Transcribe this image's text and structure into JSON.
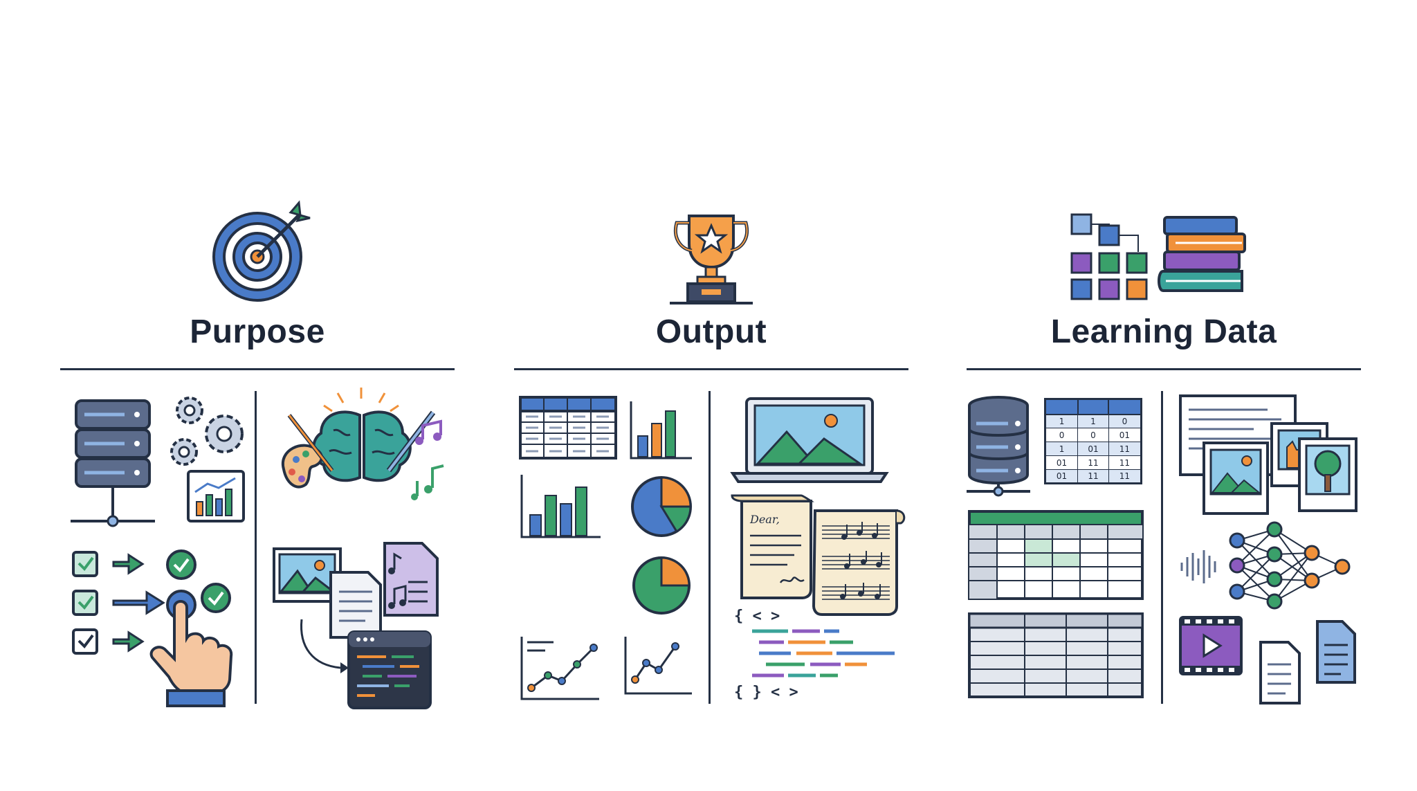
{
  "columns": [
    {
      "title": "Purpose",
      "icon": "target-icon"
    },
    {
      "title": "Output",
      "icon": "trophy-icon"
    },
    {
      "title": "Learning Data",
      "icon": "data-blocks-books-icon"
    }
  ],
  "output": {
    "letter_text": "Dear,",
    "code_top": "{ < >",
    "code_bottom": "{ } < >"
  },
  "learning_data": {
    "binary_table": [
      [
        "1",
        "1",
        "0"
      ],
      [
        "0",
        "0",
        "01"
      ],
      [
        "1",
        "01",
        "11"
      ],
      [
        "01",
        "11",
        "11"
      ],
      [
        "01",
        "11",
        "11"
      ]
    ]
  },
  "colors": {
    "navy": "#243044",
    "blue": "#4a7bc8",
    "light_blue": "#8fb4e3",
    "green": "#3aa06a",
    "orange": "#f0913a",
    "purple": "#8c5bbf",
    "teal": "#3aa39a",
    "paper": "#f7ecd2"
  }
}
